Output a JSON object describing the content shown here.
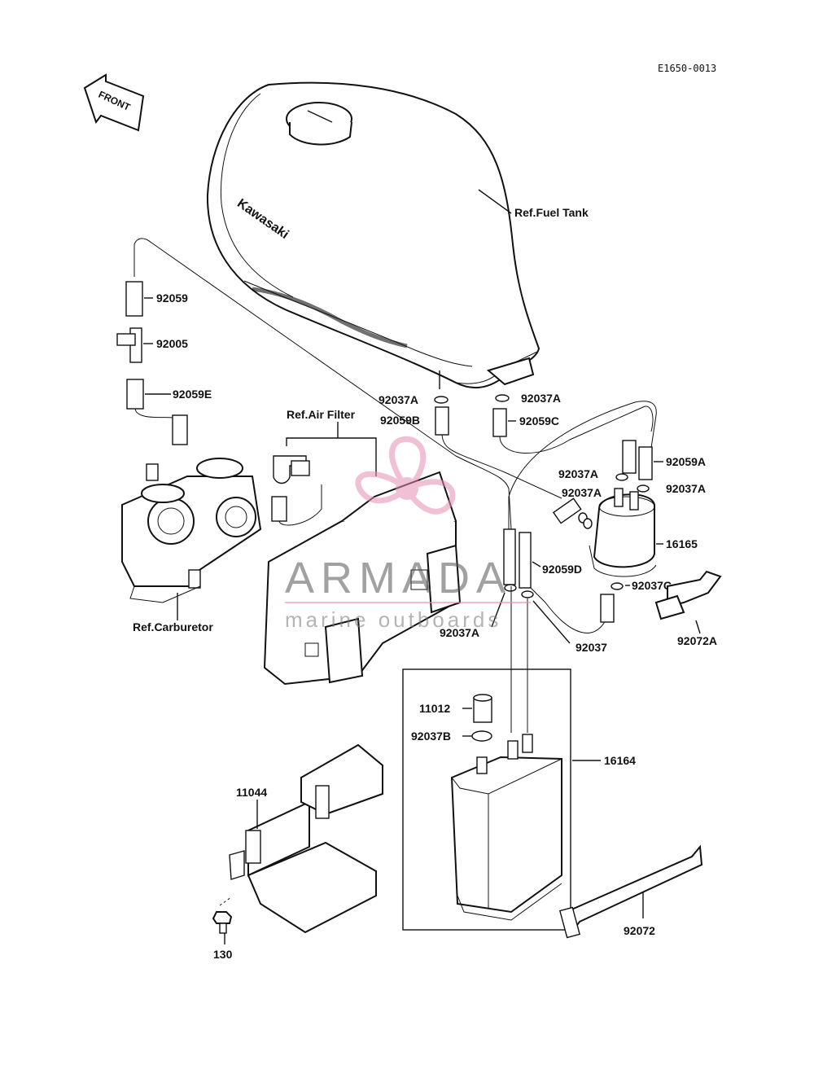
{
  "diagram": {
    "code": "E1650-0013",
    "front_label": "FRONT",
    "tank_logo": "Kawasaki",
    "ref_fuel_tank": "Ref.Fuel Tank",
    "ref_air_filter": "Ref.Air Filter",
    "ref_carburetor": "Ref.Carburetor",
    "parts": {
      "p92059": "92059",
      "p92005": "92005",
      "p92059E": "92059E",
      "p92037A_1": "92037A",
      "p92037A_2": "92037A",
      "p92059B": "92059B",
      "p92059C": "92059C",
      "p92059A": "92059A",
      "p92037A_3": "92037A",
      "p92037A_4": "92037A",
      "p92037A_5": "92037A",
      "p16165": "16165",
      "p92059D": "92059D",
      "p92037C": "92037C",
      "p92072A": "92072A",
      "p92037A_6": "92037A",
      "p92037": "92037",
      "p11012": "11012",
      "p92037B": "92037B",
      "p16164": "16164",
      "p11044": "11044",
      "p130": "130",
      "p92072": "92072"
    }
  },
  "watermark": {
    "brand": "ARMADA",
    "tagline": "marine outboards",
    "colors": {
      "logo": "#e58fb2",
      "text": "#555555"
    }
  }
}
